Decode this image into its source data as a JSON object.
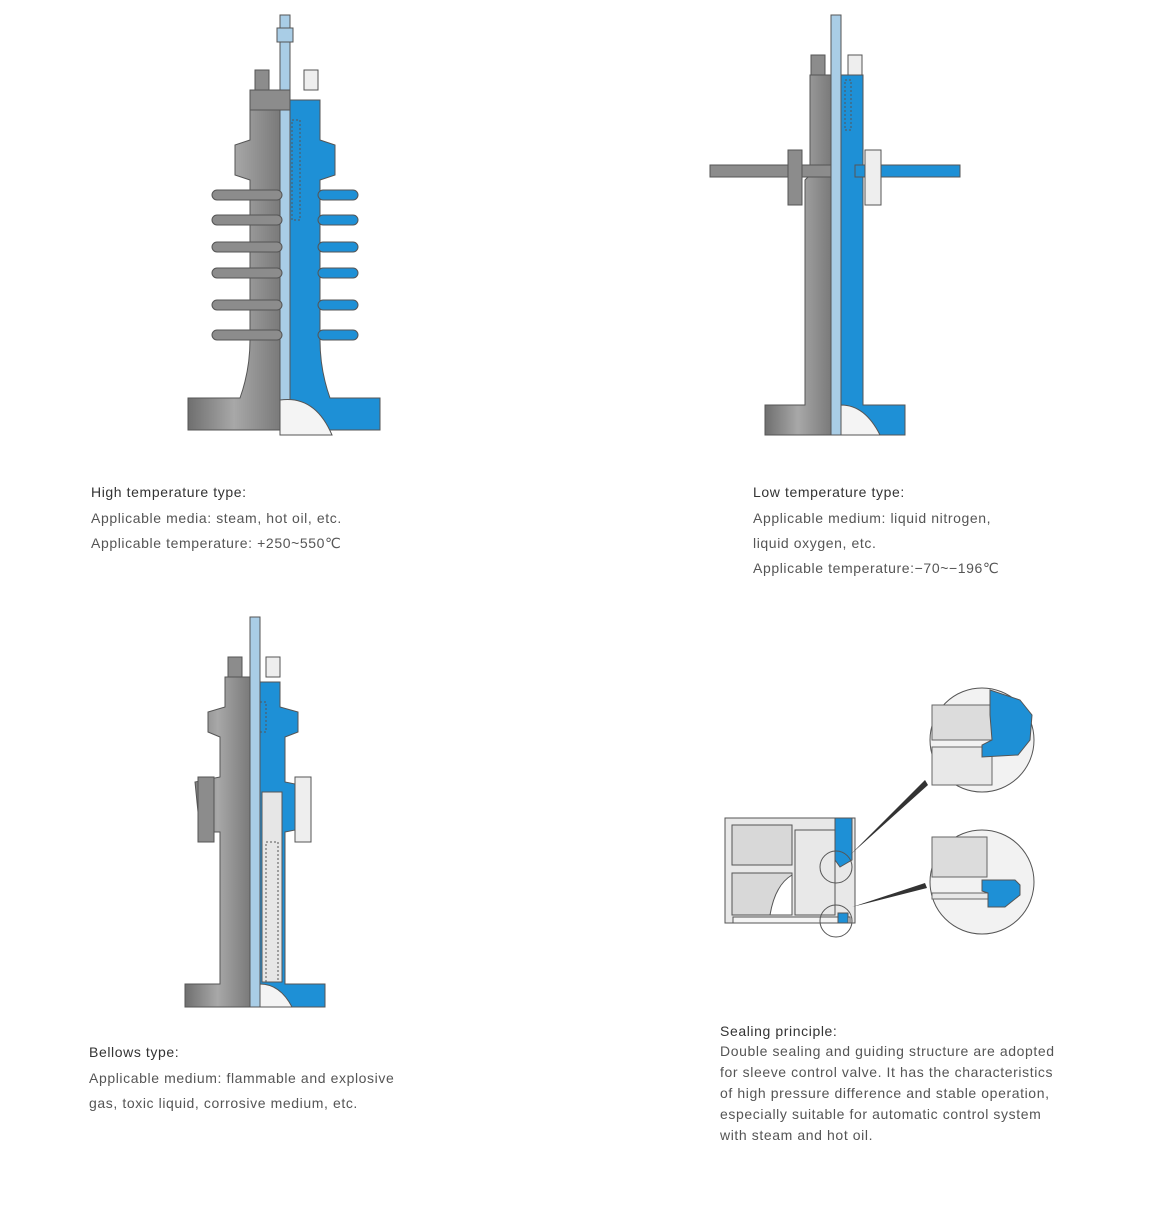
{
  "panels": {
    "high_temp": {
      "heading": "High temperature type:",
      "lines": [
        "Applicable media: steam, hot oil, etc.",
        "Applicable temperature:  +250~550℃"
      ]
    },
    "low_temp": {
      "heading": "Low temperature type:",
      "lines": [
        "Applicable medium: liquid nitrogen,",
        "liquid oxygen, etc.",
        "Applicable temperature:−70~−196℃"
      ]
    },
    "bellows": {
      "heading": "Bellows type:",
      "lines": [
        "Applicable medium: flammable and explosive",
        "gas, toxic liquid, corrosive medium, etc."
      ]
    },
    "sealing": {
      "heading": "Sealing principle:",
      "lines": [
        "Double sealing and guiding structure are adopted",
        "for sleeve control valve. It has the characteristics",
        "of high pressure difference and stable operation,",
        "especially suitable for automatic control system",
        "with steam and hot oil."
      ]
    }
  },
  "colors": {
    "steel": "#8c8c8c",
    "steel_dark": "#6f6f6f",
    "blue": "#1e90d6",
    "stem": "#a9cde6",
    "outline": "#555555",
    "light": "#e6e6e6"
  }
}
